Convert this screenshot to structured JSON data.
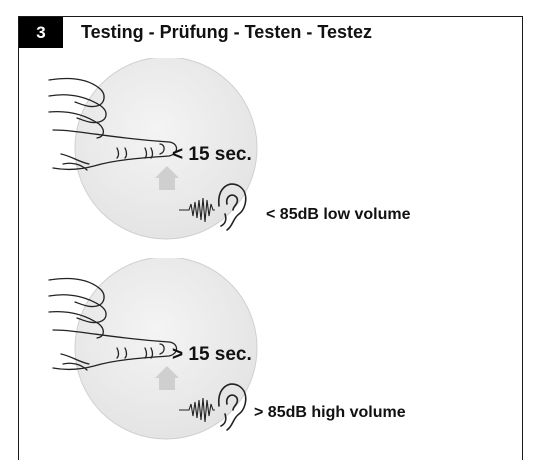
{
  "header": {
    "step_number": "3",
    "title": "Testing - Prüfung - Testen -  Testez"
  },
  "panels": [
    {
      "time_label": "< 15 sec.",
      "volume_label": "< 85dB low volume"
    },
    {
      "time_label": "> 15 sec.",
      "volume_label": "> 85dB high volume"
    }
  ],
  "icons": [
    "hand-pressing-icon",
    "house-icon",
    "sound-wave-icon",
    "ear-icon"
  ]
}
